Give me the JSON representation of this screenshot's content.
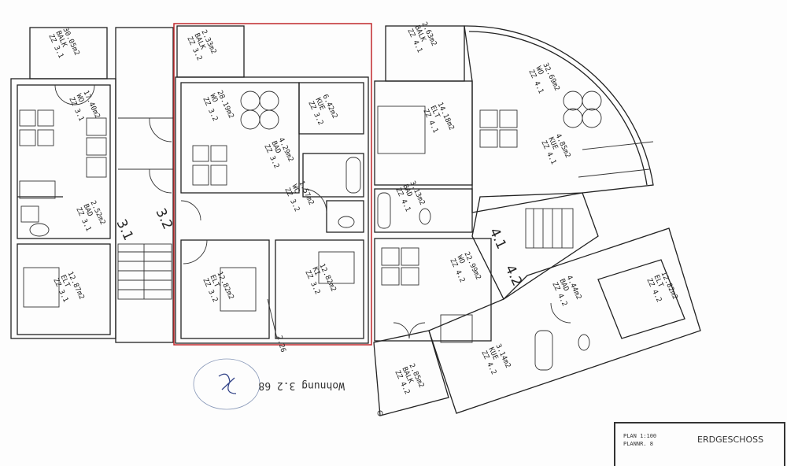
{
  "plan": {
    "title_block": {
      "scale": "PLAN 1:100",
      "plan_number": "PLANNR. 8",
      "floor": "ERDGESCHOSS"
    },
    "highlight_color": "#c0282d",
    "handwritten_note": "Wohnung 3.2 68",
    "dimension": "2.26",
    "stairs": [
      "3.1",
      "3.2",
      "4.1",
      "4.2"
    ],
    "rooms": [
      {
        "unit": "ZZ 3.1",
        "type": "BALK",
        "area": "30.05m2"
      },
      {
        "unit": "ZZ 3.1",
        "type": "WO",
        "area": "17.40m2"
      },
      {
        "unit": "ZZ 3.1",
        "type": "BAD",
        "area": "2.52m2"
      },
      {
        "unit": "ZZ 3.1",
        "type": "ELT",
        "area": "12.87m2"
      },
      {
        "unit": "ZZ 3.2",
        "type": "BALK",
        "area": "2.33m2"
      },
      {
        "unit": "ZZ 3.2",
        "type": "WO",
        "area": "28.19m2"
      },
      {
        "unit": "ZZ 3.2",
        "type": "KUE",
        "area": "6.42m2"
      },
      {
        "unit": "ZZ 3.2",
        "type": "BAD",
        "area": "4.29m2"
      },
      {
        "unit": "ZZ 3.2",
        "type": "WC",
        "area": "1.57m2"
      },
      {
        "unit": "ZZ 3.2",
        "type": "ELT",
        "area": "12.82m2"
      },
      {
        "unit": "ZZ 3.2",
        "type": "KI",
        "area": "12.82m2"
      },
      {
        "unit": "ZZ 4.1",
        "type": "BALK",
        "area": "2.63m2"
      },
      {
        "unit": "ZZ 4.1",
        "type": "WO",
        "area": "32.69m2"
      },
      {
        "unit": "ZZ 4.1",
        "type": "ELT",
        "area": "14.18m2"
      },
      {
        "unit": "ZZ 4.1",
        "type": "KUE",
        "area": "4.85m2"
      },
      {
        "unit": "ZZ 4.1",
        "type": "BAD",
        "area": "3.13m2"
      },
      {
        "unit": "ZZ 4.2",
        "type": "WO",
        "area": "22.99m2"
      },
      {
        "unit": "ZZ 4.2",
        "type": "BAD",
        "area": "4.44m2"
      },
      {
        "unit": "ZZ 4.2",
        "type": "ELT",
        "area": "12.82m2"
      },
      {
        "unit": "ZZ 4.2",
        "type": "KUE",
        "area": "3.14m2"
      },
      {
        "unit": "ZZ 4.2",
        "type": "BALK",
        "area": "2.85m2"
      }
    ]
  }
}
